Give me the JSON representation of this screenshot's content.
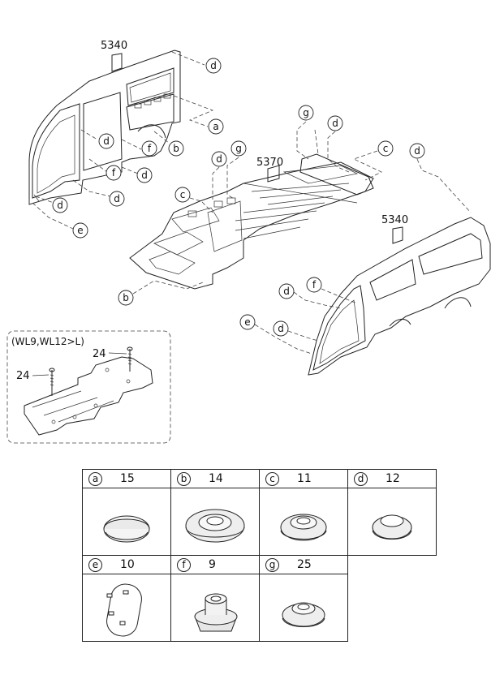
{
  "parts": {
    "panel_left": "5340",
    "floor": "5370",
    "panel_right": "5340"
  },
  "inset": {
    "title": "(WL9,WL12>L)",
    "bolt_label_1": "24",
    "bolt_label_2": "24"
  },
  "callouts": [
    "a",
    "b",
    "c",
    "d",
    "e",
    "f",
    "g"
  ],
  "grommets": [
    {
      "letter": "a",
      "qty": "15"
    },
    {
      "letter": "b",
      "qty": "14"
    },
    {
      "letter": "c",
      "qty": "11"
    },
    {
      "letter": "d",
      "qty": "12"
    },
    {
      "letter": "e",
      "qty": "10"
    },
    {
      "letter": "f",
      "qty": "9"
    },
    {
      "letter": "g",
      "qty": "25"
    }
  ]
}
